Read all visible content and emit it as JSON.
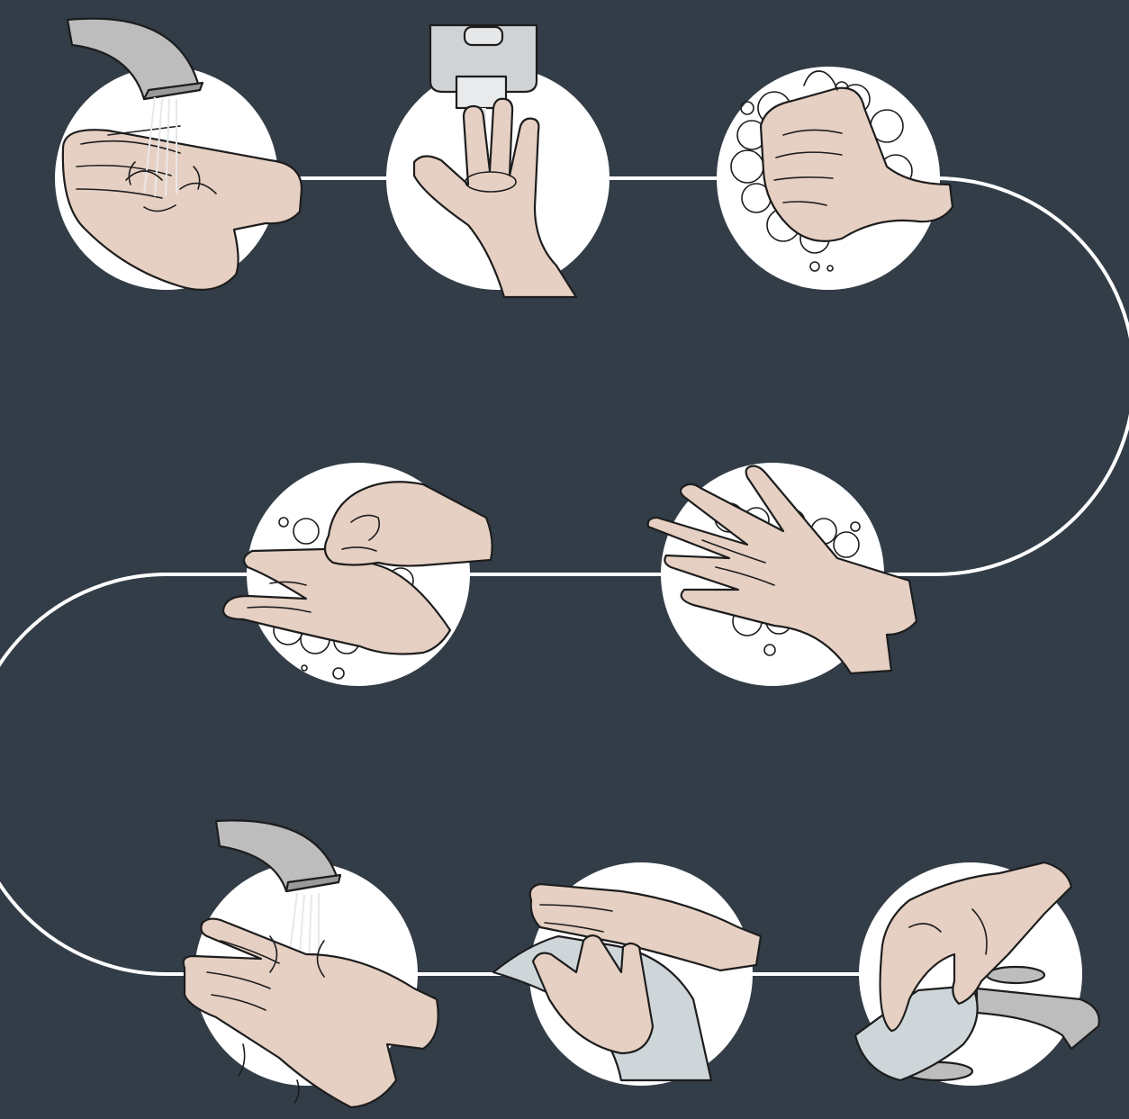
{
  "colors": {
    "background": "#323d48",
    "path": "#ffffff",
    "circle": "#ffffff",
    "skin": "#e6d0c3",
    "skin_shadow": "#d7bcad",
    "metal": "#bdbdbd",
    "metal_dark": "#9a9a9a",
    "foam": "#dbe6ea",
    "paper": "#cfd6da",
    "outline": "#1d1d1d"
  },
  "steps": [
    {
      "id": "wet-hands",
      "icon": "faucet-water-hands-icon"
    },
    {
      "id": "apply-soap",
      "icon": "soap-dispenser-hand-icon"
    },
    {
      "id": "rub-palms",
      "icon": "rubbing-palms-icon"
    },
    {
      "id": "scrub-back-of-hands",
      "icon": "interlaced-fingers-icon"
    },
    {
      "id": "scrub-thumbs",
      "icon": "thumb-scrub-icon"
    },
    {
      "id": "rinse-hands",
      "icon": "rinse-faucet-icon"
    },
    {
      "id": "dry-hands",
      "icon": "paper-towel-icon"
    },
    {
      "id": "turn-off-tap",
      "icon": "towel-tap-off-icon"
    }
  ]
}
